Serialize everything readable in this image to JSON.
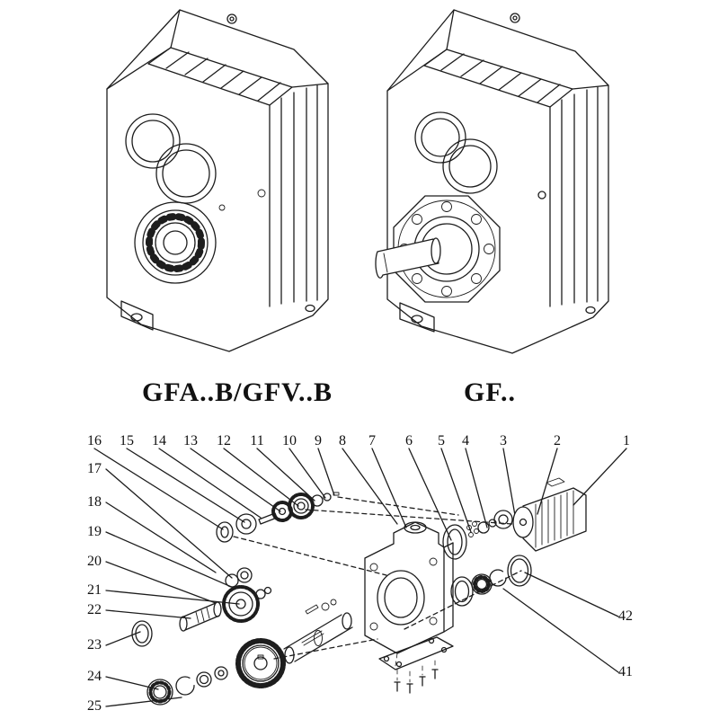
{
  "page": {
    "background": "#ffffff",
    "line_color": "#1d1d1d"
  },
  "models": {
    "left_label": "GFA..B/GFV..B",
    "right_label": "GF.."
  },
  "exploded": {
    "top_numbers": [
      "16",
      "15",
      "14",
      "13",
      "12",
      "11",
      "10",
      "9",
      "8",
      "7",
      "6",
      "5",
      "4",
      "3",
      "2",
      "1"
    ],
    "left_numbers": [
      "17",
      "18",
      "19",
      "20",
      "21",
      "22",
      "23",
      "24",
      "25"
    ],
    "right_numbers": [
      "42",
      "41"
    ]
  }
}
